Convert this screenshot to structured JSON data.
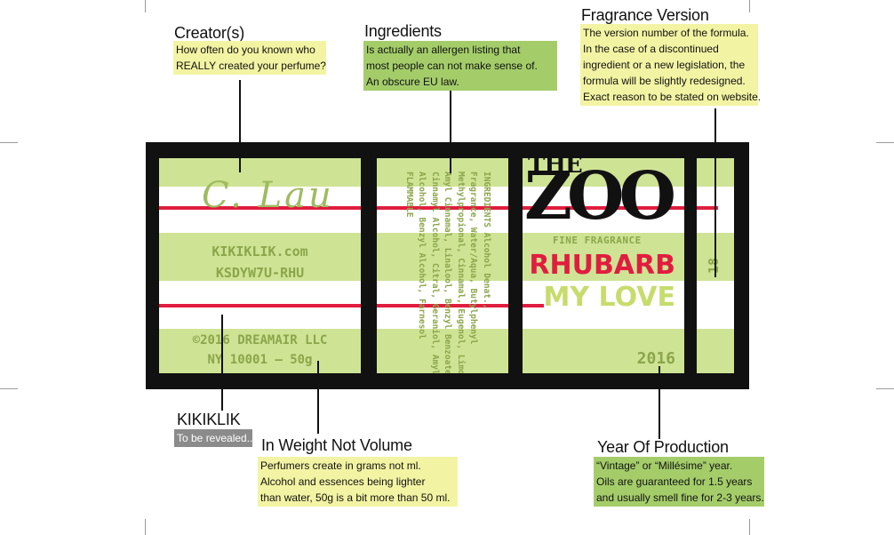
{
  "callouts": {
    "creators": {
      "heading": "Creator(s)",
      "lines": [
        "How often do you known who",
        "REALLY created your perfume?"
      ]
    },
    "ingredients": {
      "heading": "Ingredients",
      "lines": [
        "Is actually an allergen listing that",
        "most people can not make sense of.",
        "An obscure EU law."
      ]
    },
    "fragrance_version": {
      "heading": "Fragrance Version",
      "lines": [
        "The version number of the formula.",
        "In the case of a discontinued",
        "ingredient or a new legislation, the",
        "formula will be slightly redesigned.",
        "Exact reason to be stated on website."
      ]
    },
    "kikiklik": {
      "heading": "KIKIKLIK",
      "lines": [
        "To be revealed..."
      ]
    },
    "weight": {
      "heading": "In Weight Not Volume",
      "lines": [
        "Perfumers create in grams not ml.",
        "Alcohol and essences being lighter",
        "than water, 50g is a bit more than 50 ml."
      ]
    },
    "year": {
      "heading": "Year Of Production",
      "lines": [
        "“Vintage” or “Millésime” year.",
        "Oils are guaranteed for 1.5 years",
        "and usually smell fine for 2-3 years."
      ]
    }
  },
  "label": {
    "signature": "C. Lau",
    "website": "KIKIKLIK.com",
    "code": "KSDYW7U-RHU",
    "copyright": "©2016 DREAMAIR LLC",
    "address": "NY 10001 — 50g",
    "ingredients_lines": [
      "INGREDIENTS Alcohol Denat.,",
      "Fragrance, Water/Aqua, Butylphenyl",
      "Methylpropional, Cinnamal, Eugenol, Limonene,",
      "Amyl Cinnamal, Linalool, Benzyl Benzoate,",
      "Cinnamyl Alcohol, Citral, Geraniol, Amylcinnamyl",
      "Alcohol, Benzyl Alcohol, Farnesol",
      "FLAMMABLE"
    ],
    "brand_the": "THE",
    "brand_zoo": "ZOO",
    "fine_fragrance": "FINE FRAGRANCE",
    "name_line1": "RHUBARB",
    "name_line2": "MY LOVE",
    "year": "2016",
    "version": "18"
  },
  "colors": {
    "panel_green": "#cfe395",
    "note_yellow": "#f3f4a3",
    "note_green": "#a4cd6a",
    "accent_red": "#e11d3f",
    "text_green": "#8ba64a",
    "frame_black": "#111111"
  }
}
